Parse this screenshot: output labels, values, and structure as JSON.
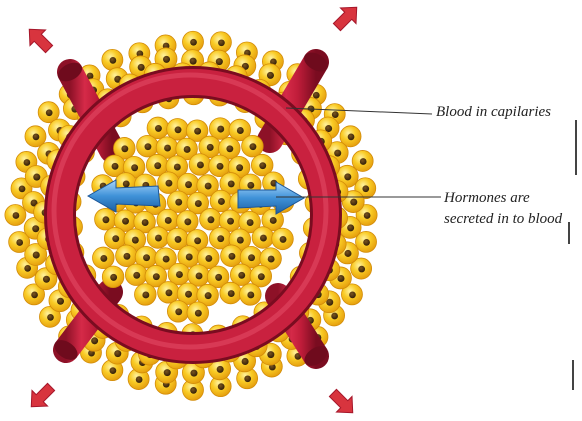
{
  "labels": {
    "blood": "Blood in capilaries",
    "hormones_line1": "Hormones are",
    "hormones_line2": "secreted in to blood"
  },
  "colors": {
    "cell_fill": "#f7c21c",
    "cell_edge": "#e09a0a",
    "nucleus": "#4a3110",
    "vessel": "#c4203d",
    "vessel_dark": "#7d0e22",
    "arrow_red": "#d8343e",
    "arrow_blue": "#3d8fd6",
    "leader": "#333333"
  },
  "icons": [
    "cell-icon",
    "blood-vessel-icon",
    "outward-arrow-icon",
    "secretion-arrow-icon"
  ]
}
